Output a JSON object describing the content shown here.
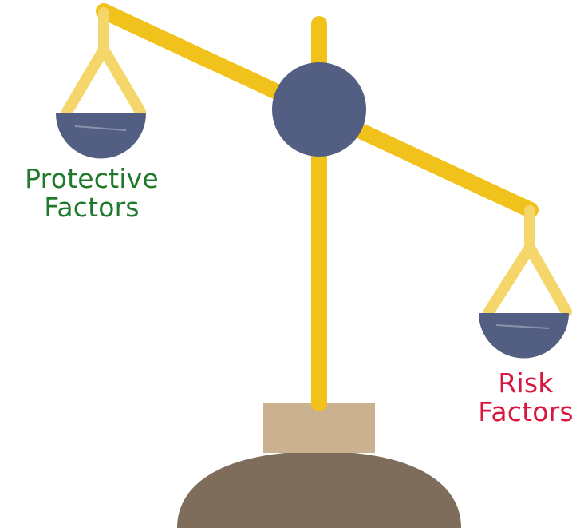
{
  "left_pan": {
    "line1": "Protective",
    "line2": "Factors"
  },
  "right_pan": {
    "line1": "Risk",
    "line2": "Factors"
  },
  "colors": {
    "protective": "#207a2c",
    "risk": "#d8173f",
    "beam": "#f1c21b",
    "hanger": "#f5d66a",
    "pan": "#535f82",
    "pivot": "#535f82",
    "base_block": "#cbb190",
    "base_dome": "#7e6d5b"
  }
}
